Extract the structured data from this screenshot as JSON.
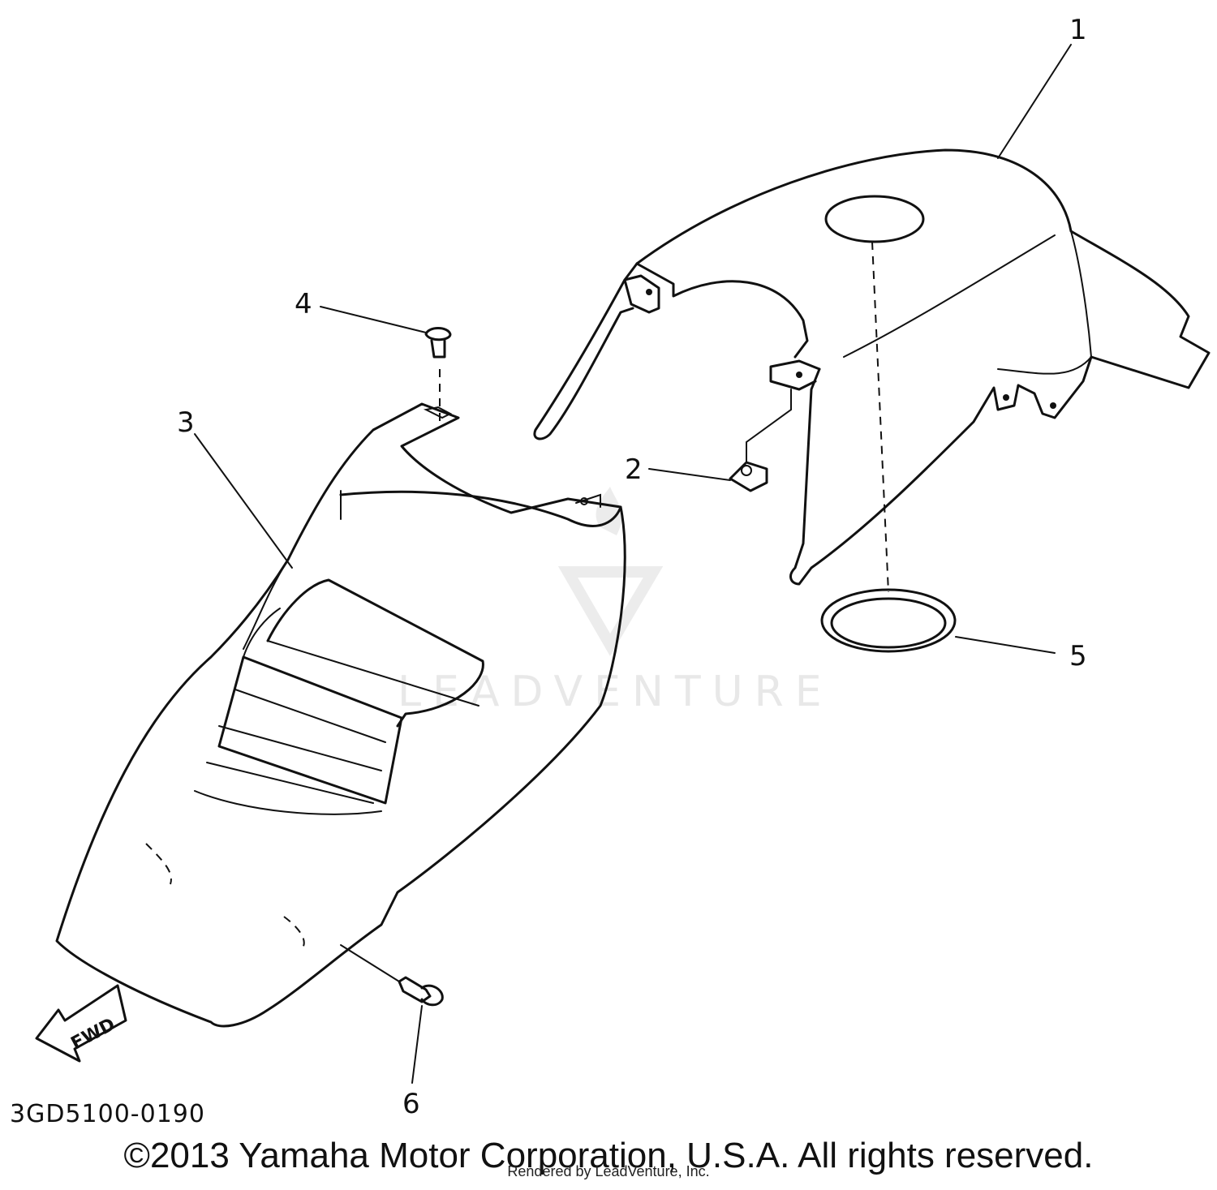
{
  "callouts": [
    "1",
    "2",
    "3",
    "4",
    "5",
    "6"
  ],
  "part_code": "3GD5100-0190",
  "fwd_label": "FWD",
  "watermark": "LEADVENTURE",
  "copyright": "©2013 Yamaha Motor Corporation, U.S.A. All rights reserved.",
  "rendered_by": "Rendered by LeadVenture, Inc."
}
